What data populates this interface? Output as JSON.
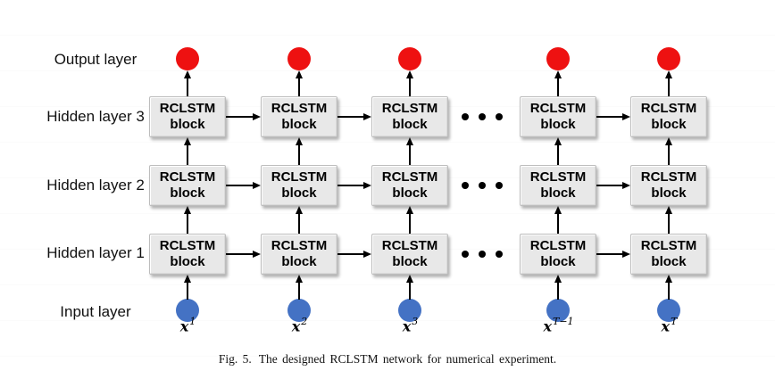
{
  "figure": {
    "caption_label": "Fig. 5.",
    "caption_text": "The designed RCLSTM network for numerical experiment."
  },
  "layer_labels": {
    "output": "Output layer",
    "hidden3": "Hidden layer 3",
    "hidden2": "Hidden layer 2",
    "hidden1": "Hidden layer 1",
    "input": "Input layer"
  },
  "block": {
    "line1": "RCLSTM",
    "line2": "block"
  },
  "input_labels": [
    {
      "base": "x",
      "sup": "1"
    },
    {
      "base": "x",
      "sup": "2"
    },
    {
      "base": "x",
      "sup": "3"
    },
    {
      "base": "x",
      "sup": "T−1"
    },
    {
      "base": "x",
      "sup": "T"
    }
  ],
  "colors": {
    "output_node": "#ee1111",
    "input_node": "#4472c4",
    "block_fill": "#e8e8e8",
    "arrow": "#000000"
  }
}
